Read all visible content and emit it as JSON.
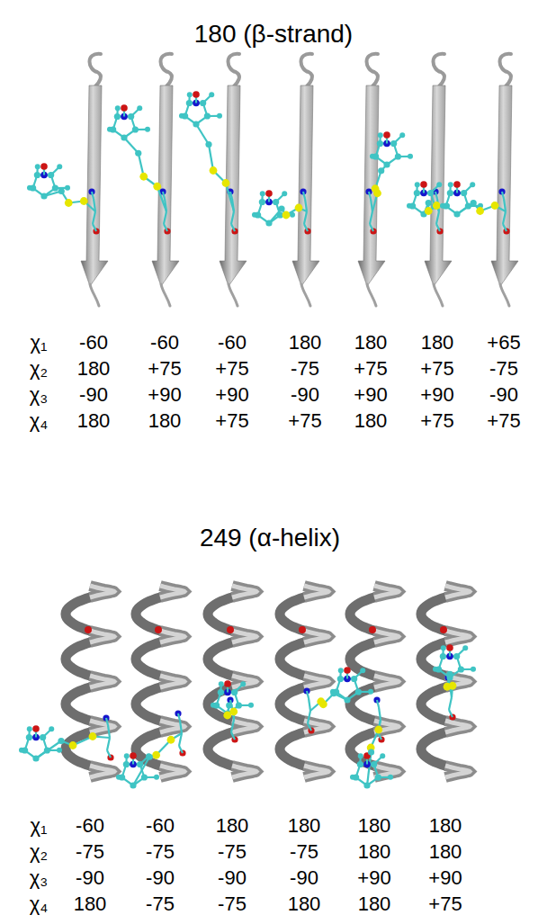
{
  "diagram": {
    "labels": [
      "180 (β-strand)",
      "χ₁",
      "-60",
      "-60",
      "-60",
      "180",
      "180",
      "180",
      "+65",
      "χ₂",
      "180",
      "+75",
      "+75",
      "-75",
      "+75",
      "+75",
      "-75",
      "χ₃",
      "-90",
      "+90",
      "+90",
      "-90",
      "+90",
      "+90",
      "-90",
      "χ₄",
      "180",
      "180",
      "+75",
      "+75",
      "180",
      "+75",
      "+75",
      "249 (α-helix)",
      "χ₁",
      "-60",
      "-60",
      "180",
      "180",
      "180",
      "180",
      "χ₂",
      "-75",
      "-75",
      "-75",
      "-75",
      "180",
      "180",
      "χ₃",
      "-90",
      "-90",
      "-90",
      "-90",
      "+90",
      "+90",
      "χ₄",
      "180",
      "-75",
      "-75",
      "180",
      "180",
      "+75"
    ]
  }
}
